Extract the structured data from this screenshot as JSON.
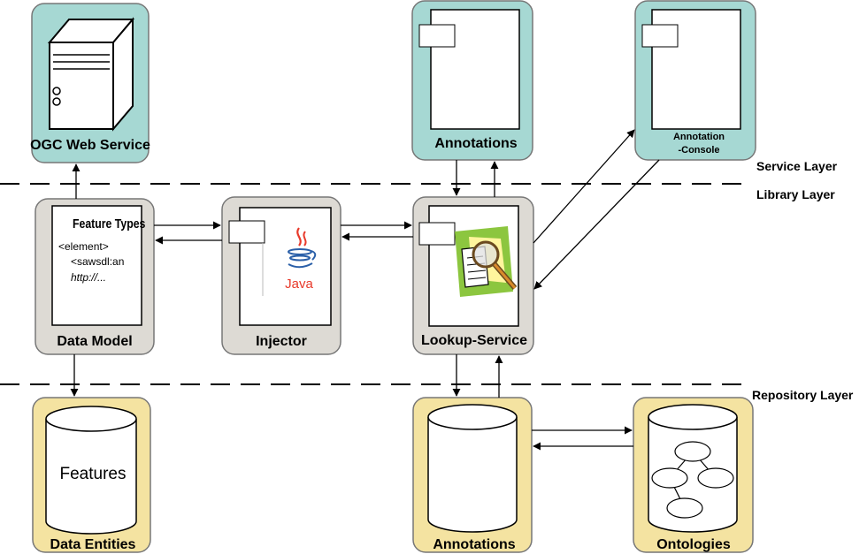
{
  "layers": {
    "service": "Service Layer",
    "library": "Library Layer",
    "repository": "Repository Layer"
  },
  "nodes": {
    "ogc_web_service": "OGC Web Service",
    "annotations_service": "Annotations",
    "annotation_console": {
      "line1": "Annotation",
      "line2": "-Console"
    },
    "data_model": "Data Model",
    "injector": "Injector",
    "lookup_service": "Lookup-Service",
    "data_entities": "Data Entities",
    "annotations_repo": "Annotations",
    "ontologies": "Ontologies"
  },
  "data_model_content": {
    "heading": "Feature Types",
    "line1": "<element>",
    "line2": "<sawsdl:an",
    "line3": "http://..."
  },
  "java_logo_text": "Java",
  "features_label": "Features",
  "colors": {
    "service_box": "#a6d8d3",
    "library_box": "#dddad4",
    "repository_box": "#f4e3a1"
  },
  "icons": {
    "server": "server-icon",
    "java": "java-logo-icon",
    "lookup": "document-magnifier-icon",
    "ontology": "graph-icon"
  }
}
